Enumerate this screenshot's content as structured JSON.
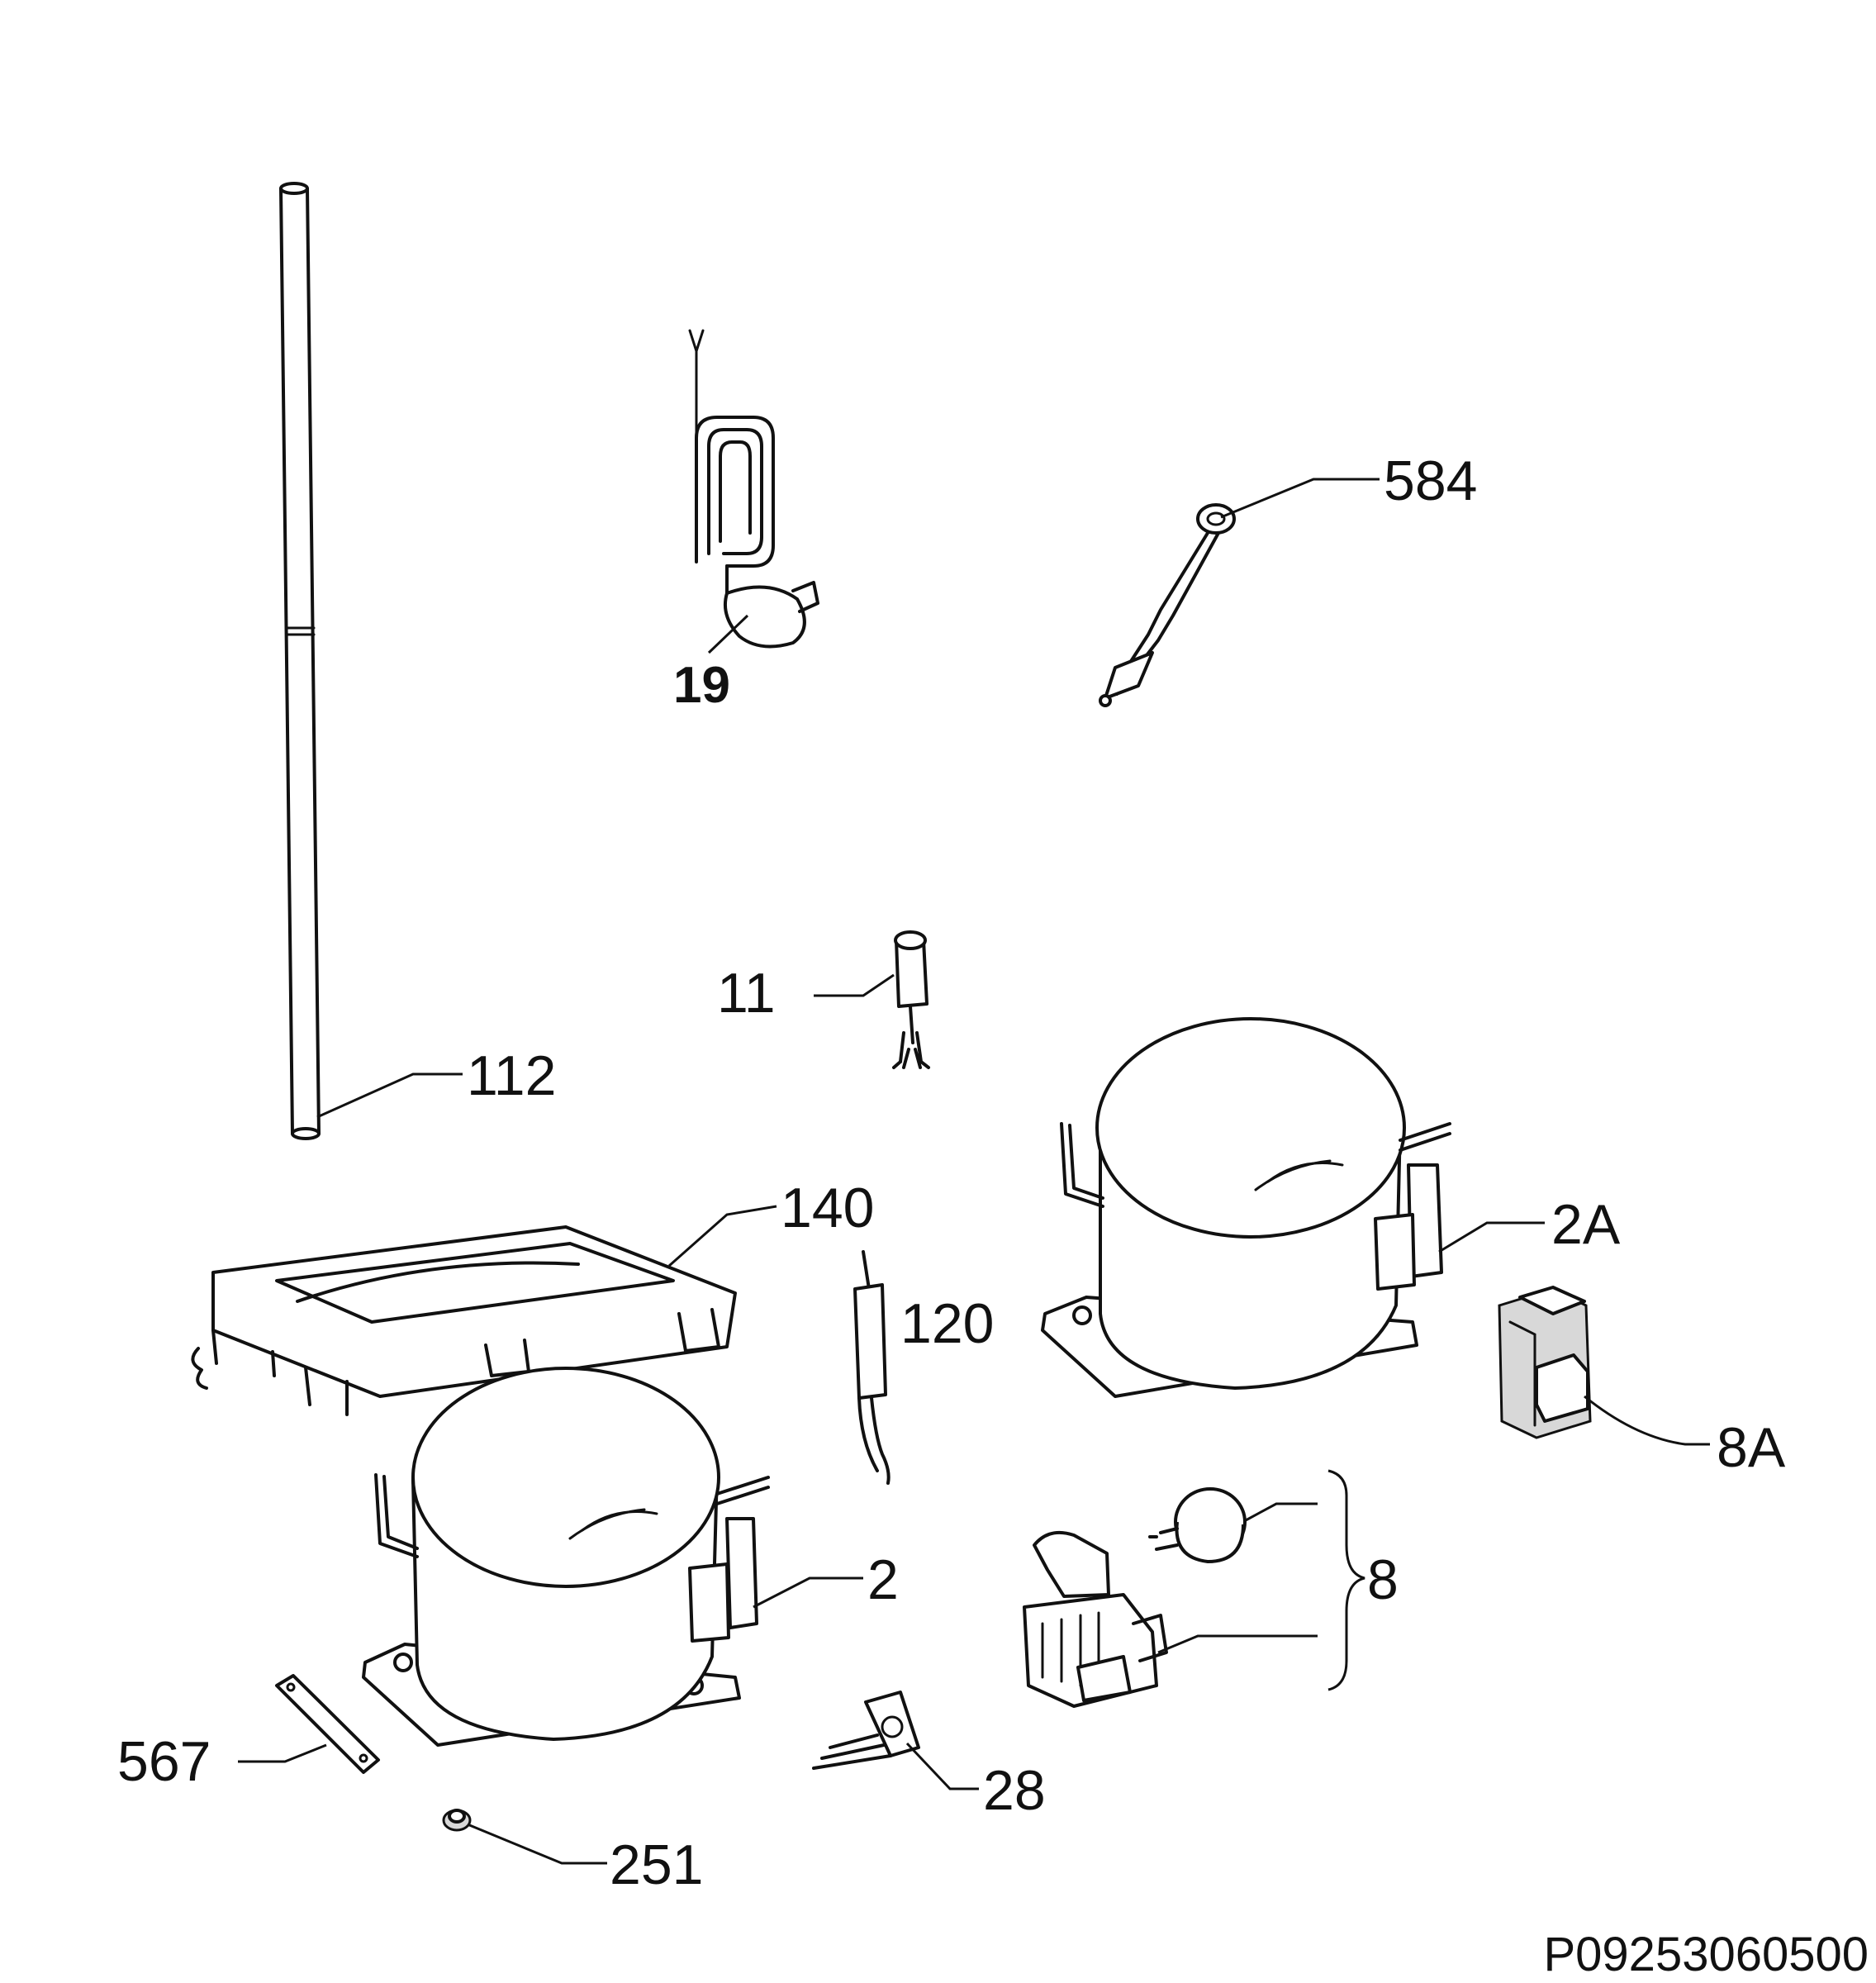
{
  "diagram": {
    "reference": "P09253060500",
    "callouts": {
      "tube_112": "112",
      "coil_19": "19",
      "sensor_584": "584",
      "drier_11": "11",
      "frame_140": "140",
      "capillary_120": "120",
      "compressor_2a": "2A",
      "relay_8a": "8A",
      "compressor_2": "2",
      "starter_8": "8",
      "plate_567": "567",
      "clip_28": "28",
      "nut_251": "251"
    }
  }
}
